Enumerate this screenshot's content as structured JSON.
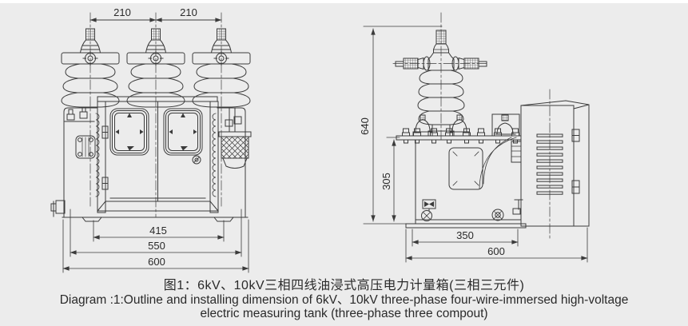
{
  "diagram": {
    "front_view": {
      "bushing_spacing_left": "210",
      "bushing_spacing_right": "210",
      "mounting_width": "415",
      "body_width": "550",
      "overall_width": "600"
    },
    "side_view": {
      "overall_height": "640",
      "tank_height": "305",
      "mounting_depth": "350",
      "overall_depth": "600"
    },
    "caption": {
      "title_zh": "图1：6kV、10kV三相四线油浸式高压电力计量箱(三相三元件)",
      "subtitle_en_line1": "Diagram :1:Outline and installing dimension of 6kV、10kV three-phase four-wire-immersed high-voltage",
      "subtitle_en_line2": "electric measuring tank (three-phase three compout)"
    },
    "colors": {
      "background": "#ececec",
      "line": "#3b3b3b",
      "text": "#2a2a2a"
    }
  }
}
